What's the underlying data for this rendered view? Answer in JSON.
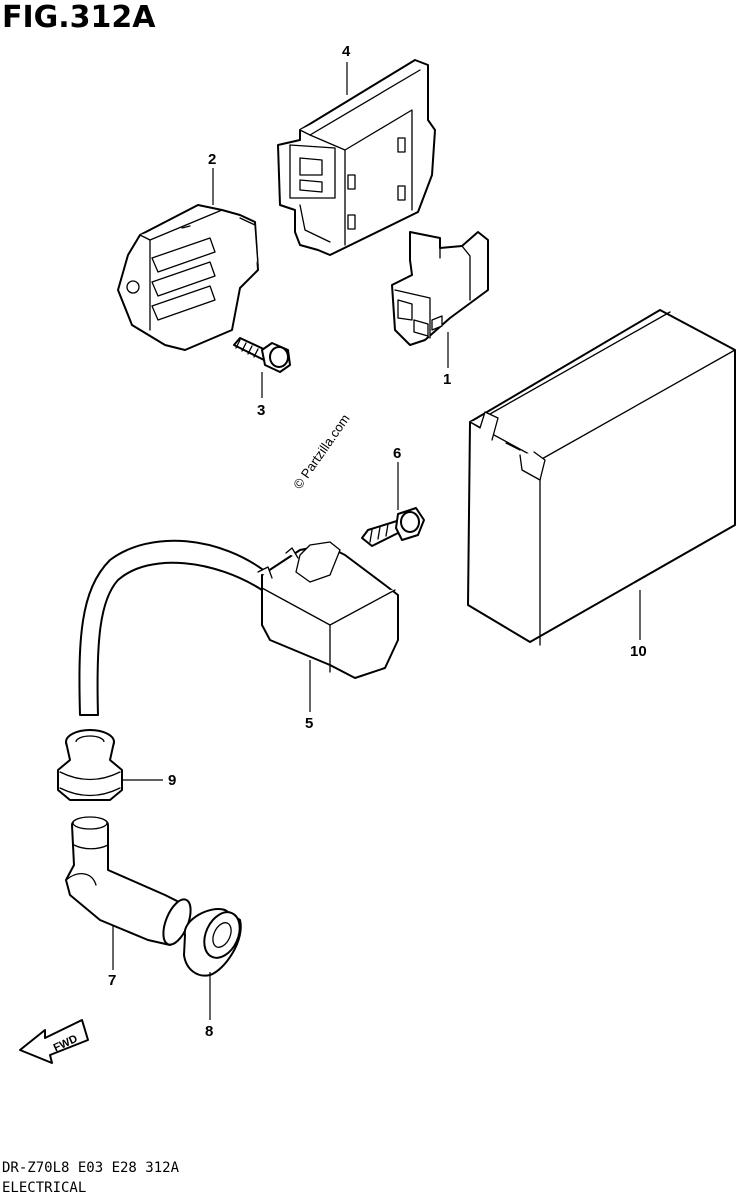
{
  "figure": {
    "title": "FIG.312A",
    "model_code": "DR-Z70L8  E03  E28  312A",
    "section_name": "ELECTRICAL",
    "watermark": "© Partzilla.com",
    "direction_label": "FWD"
  },
  "parts": [
    {
      "callout": "1",
      "icon": "connector-icon"
    },
    {
      "callout": "2",
      "icon": "regulator-rectifier-icon"
    },
    {
      "callout": "3",
      "icon": "bolt-icon"
    },
    {
      "callout": "4",
      "icon": "cdi-unit-icon"
    },
    {
      "callout": "5",
      "icon": "ignition-coil-icon"
    },
    {
      "callout": "6",
      "icon": "bolt-icon"
    },
    {
      "callout": "7",
      "icon": "spark-plug-cap-icon"
    },
    {
      "callout": "8",
      "icon": "cap-seal-icon"
    },
    {
      "callout": "9",
      "icon": "grommet-icon"
    },
    {
      "callout": "10",
      "icon": "battery-icon"
    }
  ]
}
